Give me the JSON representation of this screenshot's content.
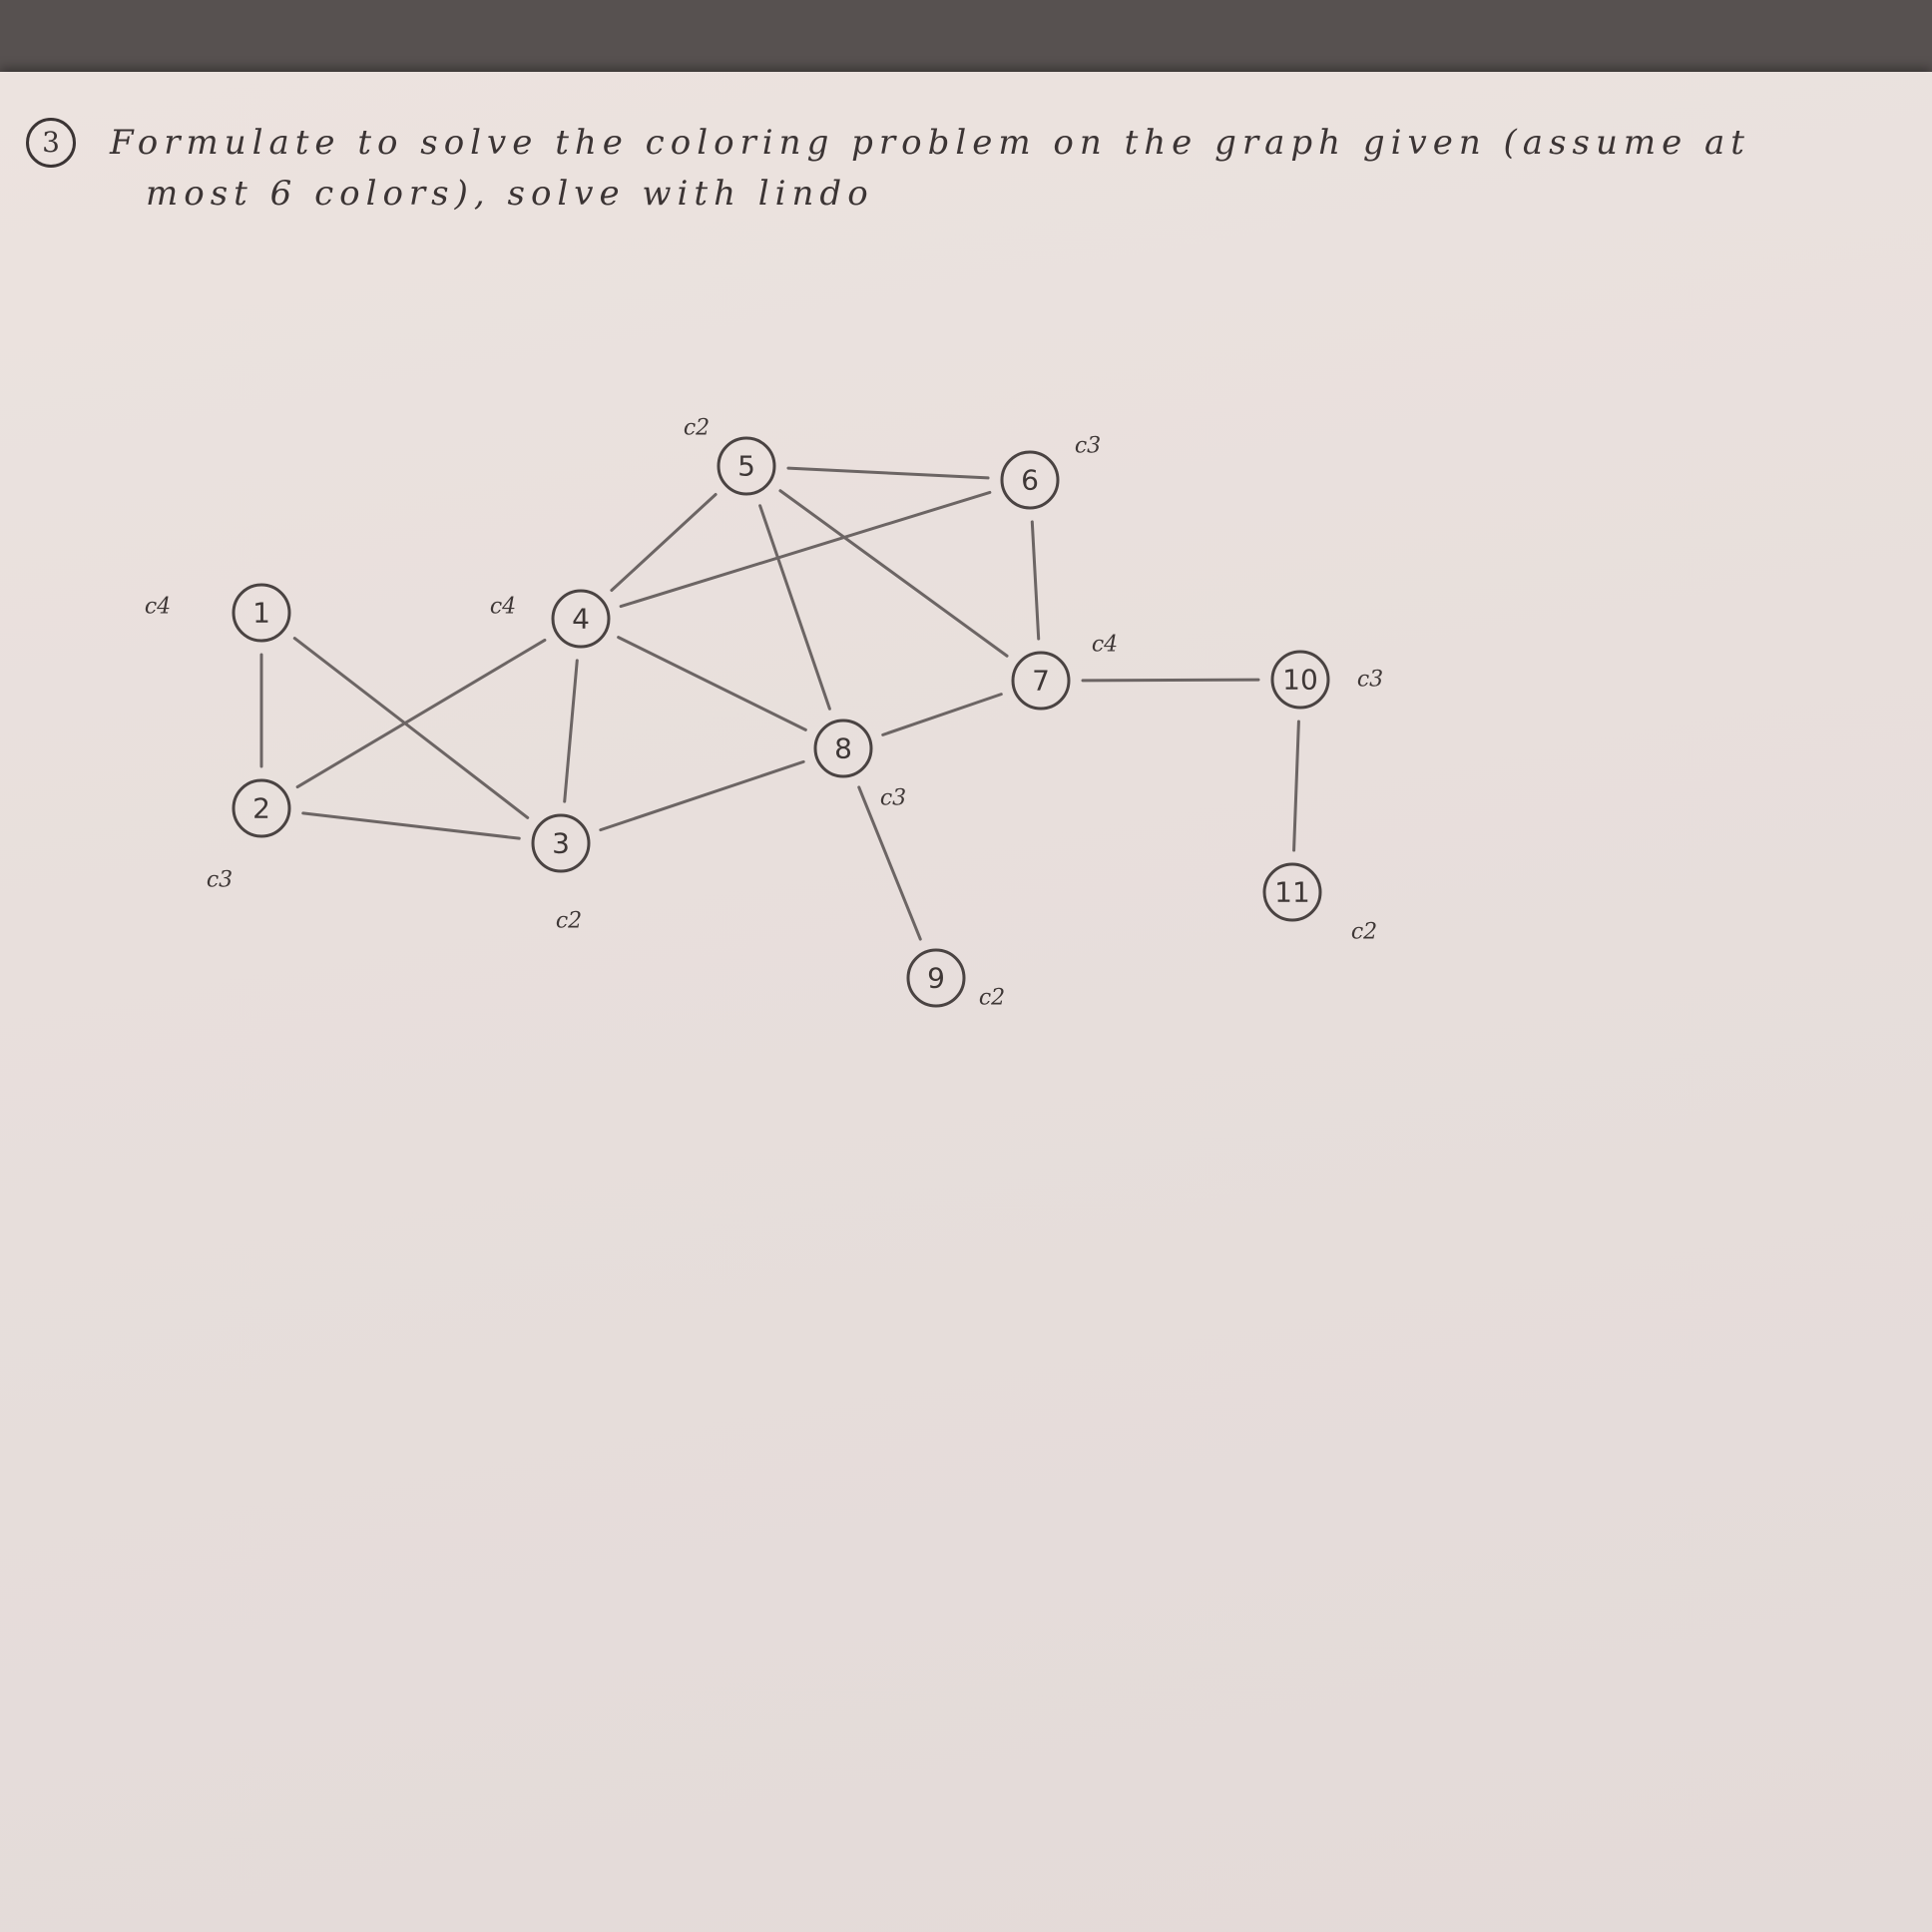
{
  "question": {
    "number": "3",
    "line1": "Formulate to solve the coloring problem on the graph given (assume at",
    "line2": "most 6 colors), solve with lindo"
  },
  "graph": {
    "nodes": [
      {
        "id": "1",
        "label": "1",
        "color_label": "c4"
      },
      {
        "id": "2",
        "label": "2",
        "color_label": "c3"
      },
      {
        "id": "3",
        "label": "3",
        "color_label": "c2"
      },
      {
        "id": "4",
        "label": "4",
        "color_label": "c4"
      },
      {
        "id": "5",
        "label": "5",
        "color_label": "c2"
      },
      {
        "id": "6",
        "label": "6",
        "color_label": "c3"
      },
      {
        "id": "7",
        "label": "7",
        "color_label": "c4"
      },
      {
        "id": "8",
        "label": "8",
        "color_label": "c3"
      },
      {
        "id": "9",
        "label": "9",
        "color_label": "c2"
      },
      {
        "id": "10",
        "label": "10",
        "color_label": "c3"
      },
      {
        "id": "11",
        "label": "11",
        "color_label": "c2"
      }
    ],
    "edges": [
      [
        "1",
        "2"
      ],
      [
        "1",
        "3"
      ],
      [
        "2",
        "3"
      ],
      [
        "2",
        "4"
      ],
      [
        "3",
        "4"
      ],
      [
        "3",
        "8"
      ],
      [
        "4",
        "5"
      ],
      [
        "4",
        "6"
      ],
      [
        "4",
        "8"
      ],
      [
        "5",
        "6"
      ],
      [
        "5",
        "7"
      ],
      [
        "5",
        "8"
      ],
      [
        "6",
        "7"
      ],
      [
        "7",
        "8"
      ],
      [
        "7",
        "10"
      ],
      [
        "8",
        "9"
      ],
      [
        "10",
        "11"
      ]
    ]
  }
}
